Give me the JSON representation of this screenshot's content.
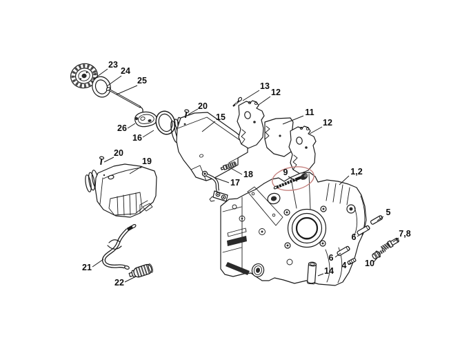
{
  "diagram": {
    "kind": "exploded-parts-diagram",
    "colors": {
      "background": "#ffffff",
      "line": "#1a1a1a"
    },
    "highlight": {
      "label": "9",
      "color": "#c5827f",
      "shape": "ellipse"
    },
    "labels": [
      {
        "part": "23",
        "text": "23"
      },
      {
        "part": "24",
        "text": "24"
      },
      {
        "part": "25",
        "text": "25"
      },
      {
        "part": "26",
        "text": "26"
      },
      {
        "part": "16",
        "text": "16"
      },
      {
        "part": "20",
        "text": "20"
      },
      {
        "part": "15",
        "text": "15"
      },
      {
        "part": "13",
        "text": "13"
      },
      {
        "part": "12",
        "text": "12"
      },
      {
        "part": "11",
        "text": "11"
      },
      {
        "part": "12",
        "text": "12"
      },
      {
        "part": "20",
        "text": "20"
      },
      {
        "part": "19",
        "text": "19"
      },
      {
        "part": "18",
        "text": "18"
      },
      {
        "part": "17",
        "text": "17"
      },
      {
        "part": "9",
        "text": "9"
      },
      {
        "part": "1,2",
        "text": "1,2"
      },
      {
        "part": "5",
        "text": "5"
      },
      {
        "part": "6",
        "text": "6"
      },
      {
        "part": "7,8",
        "text": "7,8"
      },
      {
        "part": "6",
        "text": "6"
      },
      {
        "part": "4",
        "text": "4"
      },
      {
        "part": "10",
        "text": "10"
      },
      {
        "part": "14",
        "text": "14"
      },
      {
        "part": "21",
        "text": "21"
      },
      {
        "part": "22",
        "text": "22"
      }
    ]
  }
}
